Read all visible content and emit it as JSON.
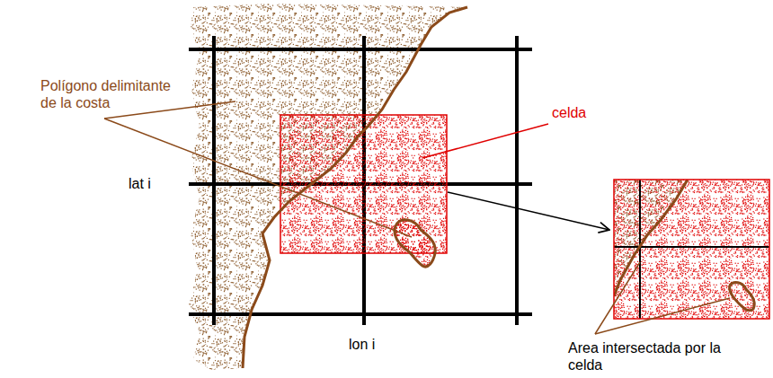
{
  "diagram": {
    "labels": [
      "Polígono delimitante de la costa",
      "celda",
      "lat i",
      "lon i",
      "Area intersectada por la celda"
    ]
  }
}
